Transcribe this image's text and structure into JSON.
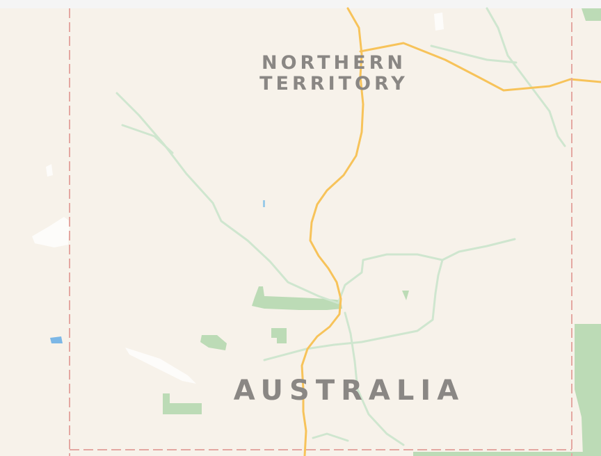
{
  "map": {
    "labels": {
      "state_line1": "NORTHERN",
      "state_line2": "TERRITORY",
      "country": "AUSTRALIA"
    },
    "colors": {
      "land": "#f7f2ea",
      "road": "#f7c35a",
      "border": "#e4a7a1",
      "river": "#cfe6cf",
      "park": "#bcdbb6",
      "water": "#7cb7e6",
      "label": "#8a8784"
    }
  }
}
